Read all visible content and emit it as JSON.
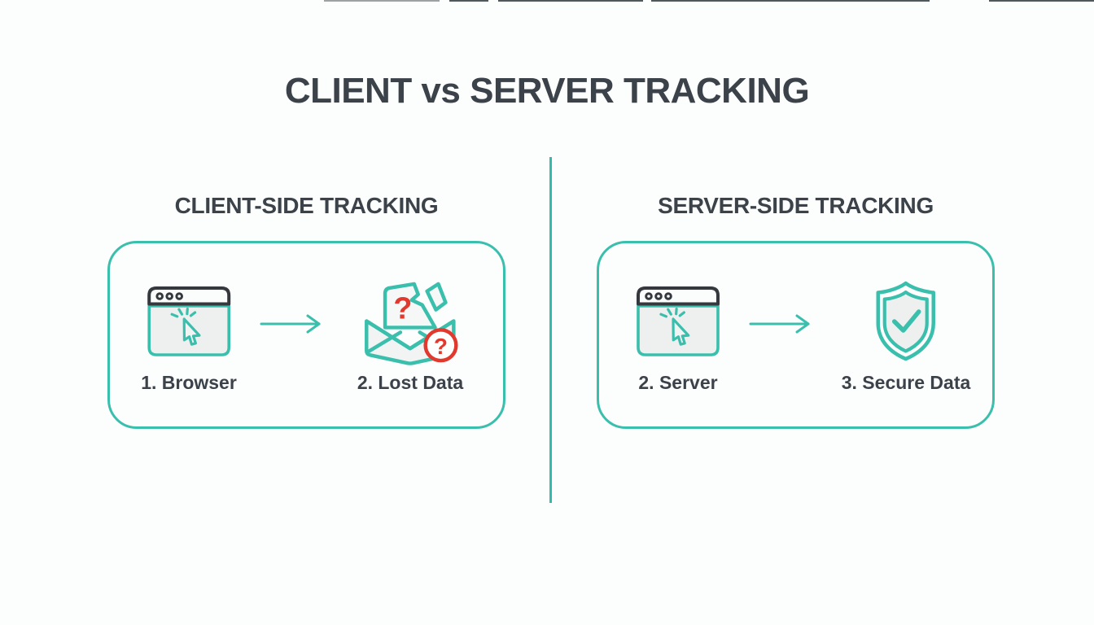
{
  "title": "CLIENT vs SERVER TRACKING",
  "panels": {
    "client": {
      "heading": "CLIENT-SIDE TRACKING",
      "steps": [
        {
          "label": "1. Browser",
          "icon": "browser-click-icon"
        },
        {
          "label": "2. Lost Data",
          "icon": "torn-envelope-question-icon"
        }
      ]
    },
    "server": {
      "heading": "SERVER-SIDE TRACKING",
      "steps": [
        {
          "label": "2. Server",
          "icon": "browser-click-icon"
        },
        {
          "label": "3. Secure Data",
          "icon": "shield-check-icon"
        }
      ]
    }
  },
  "icons": {
    "between_steps": "arrow-right-icon",
    "lost_data_badge": "question-mark-badge-icon"
  },
  "glyphs": {
    "question_mark": "?"
  },
  "colors": {
    "accent_teal": "#3BBFAD",
    "divider_teal": "#2FBCAC",
    "alert_red": "#E2392F",
    "text_dark": "#3C4249",
    "icon_fill_gray": "#EEF0F0",
    "icon_stroke_dark": "#35393E",
    "background": "#FCFDFD"
  }
}
